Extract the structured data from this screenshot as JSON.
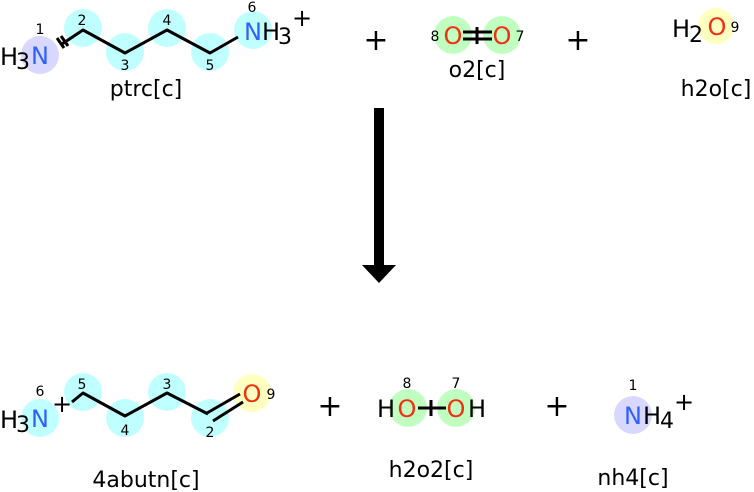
{
  "reactants": [
    {
      "name": "ptrc[c]",
      "atoms": {
        "n1": "N",
        "n6": "N",
        "h3a": "H",
        "sub3a": "3",
        "h3b": "H",
        "sub3b": "3",
        "charge": "+"
      },
      "numbers": [
        "1",
        "2",
        "3",
        "4",
        "5",
        "6"
      ]
    },
    {
      "name": "o2[c]",
      "atoms": {
        "o": "O"
      },
      "numbers": [
        "8",
        "7"
      ]
    },
    {
      "name": "h2o[c]",
      "atoms": {
        "h": "H",
        "sub": "2",
        "o": "O"
      },
      "numbers": [
        "9"
      ]
    }
  ],
  "products": [
    {
      "name": "4abutn[c]",
      "atoms": {
        "n": "N",
        "h": "H",
        "sub": "3",
        "charge": "+",
        "o": "O"
      },
      "numbers": [
        "6",
        "5",
        "4",
        "3",
        "2",
        "9"
      ]
    },
    {
      "name": "h2o2[c]",
      "atoms": {
        "h": "H",
        "o": "O"
      },
      "numbers": [
        "8",
        "7"
      ]
    },
    {
      "name": "nh4[c]",
      "atoms": {
        "n": "N",
        "h": "H",
        "sub": "4",
        "charge": "+"
      },
      "numbers": [
        "1"
      ]
    }
  ],
  "plus": "+",
  "colors": {
    "nitrogen_hl": "#d8d8ff",
    "carbon_hl": "#c0ffff",
    "oxygen_hl": "#c0ffc0",
    "water_hl": "#ffffc0",
    "nitrogen": "#3060ff",
    "oxygen": "#f03010"
  }
}
